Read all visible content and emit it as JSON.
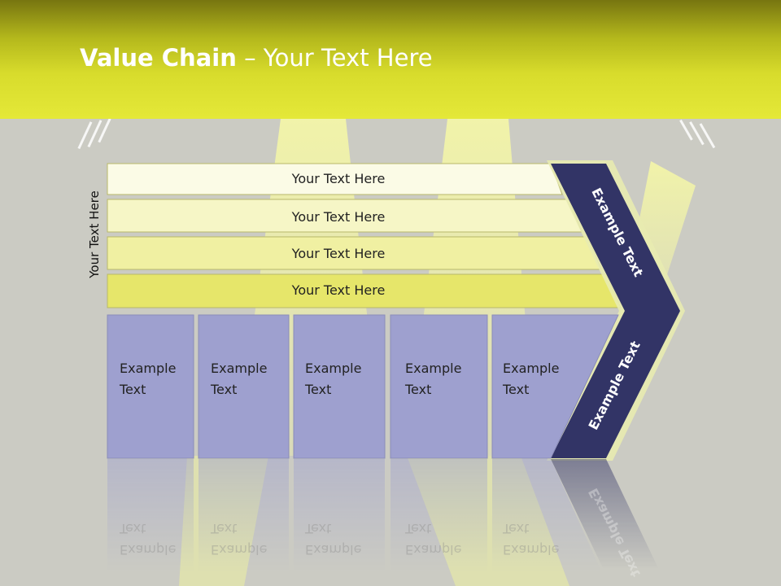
{
  "title": {
    "bold": "Value Chain",
    "rest": " – Your Text Here"
  },
  "side_label": "Your Text Here",
  "rows": [
    {
      "label": "Your Text Here"
    },
    {
      "label": "Your Text Here"
    },
    {
      "label": "Your Text Here"
    },
    {
      "label": "Your Text Here"
    }
  ],
  "columns": [
    {
      "line1": "Example",
      "line2": "Text"
    },
    {
      "line1": "Example",
      "line2": "Text"
    },
    {
      "line1": "Example",
      "line2": "Text"
    },
    {
      "line1": "Example",
      "line2": "Text"
    },
    {
      "line1": "Example",
      "line2": "Text"
    }
  ],
  "chevron": {
    "upper_label": "Example Text",
    "lower_label": "Example Text"
  },
  "colors": {
    "header_dark": "#777510",
    "header_light": "#e4e838",
    "background": "#cbcbc3",
    "row_1": "#fbfbe6",
    "row_2": "#f6f6c6",
    "row_3": "#f0f0a2",
    "row_4": "#e6e66a",
    "column_fill": "#9ea0cf",
    "chevron_fill": "#323466",
    "text_dark": "#222222",
    "text_light": "#ffffff"
  }
}
